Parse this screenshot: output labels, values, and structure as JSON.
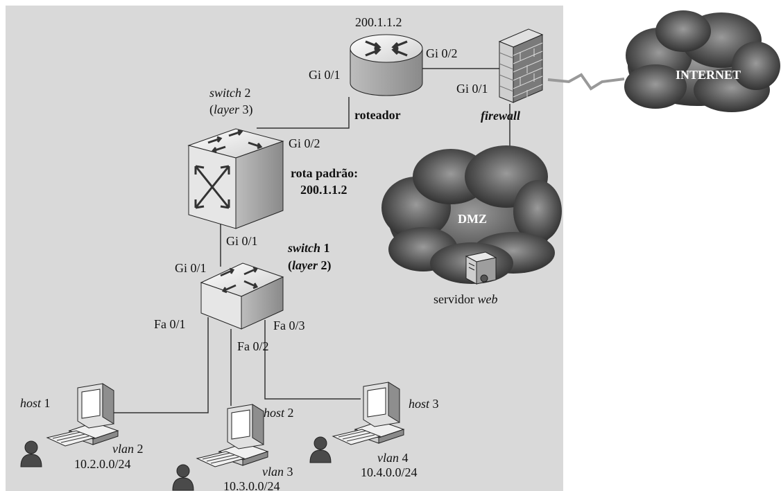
{
  "router": {
    "ip": "200.1.1.2",
    "label": "roteador",
    "port_left": "Gi 0/1",
    "port_right": "Gi 0/2"
  },
  "firewall": {
    "label": "firewall",
    "port": "Gi 0/1"
  },
  "internet": {
    "label": "INTERNET"
  },
  "dmz": {
    "label": "DMZ",
    "server_label": "servidor",
    "server_label_em": "web"
  },
  "switch2": {
    "name_em": "switch",
    "name_num": "2",
    "layer_em": "layer",
    "layer_num": "3",
    "port_uplink": "Gi 0/2",
    "port_down": "Gi 0/1",
    "default_route_label": "rota padrão:",
    "default_route_ip": "200.1.1.2"
  },
  "switch1": {
    "name_em": "switch",
    "name_num": "1",
    "layer_em": "layer",
    "layer_num": "2",
    "port_up": "Gi 0/1",
    "port_fa1": "Fa 0/1",
    "port_fa2": "Fa 0/2",
    "port_fa3": "Fa 0/3"
  },
  "hosts": [
    {
      "name_em": "host",
      "num": "1",
      "vlan_em": "vlan",
      "vlan_num": "2",
      "subnet": "10.2.0.0/24"
    },
    {
      "name_em": "host",
      "num": "2",
      "vlan_em": "vlan",
      "vlan_num": "3",
      "subnet": "10.3.0.0/24"
    },
    {
      "name_em": "host",
      "num": "3",
      "vlan_em": "vlan",
      "vlan_num": "4",
      "subnet": "10.4.0.0/24"
    }
  ],
  "colors": {
    "lan_bg": "#d9d9d9",
    "line": "#333333",
    "cloud_dark": "#4a4a4a",
    "device_light": "#f2f2f2"
  }
}
